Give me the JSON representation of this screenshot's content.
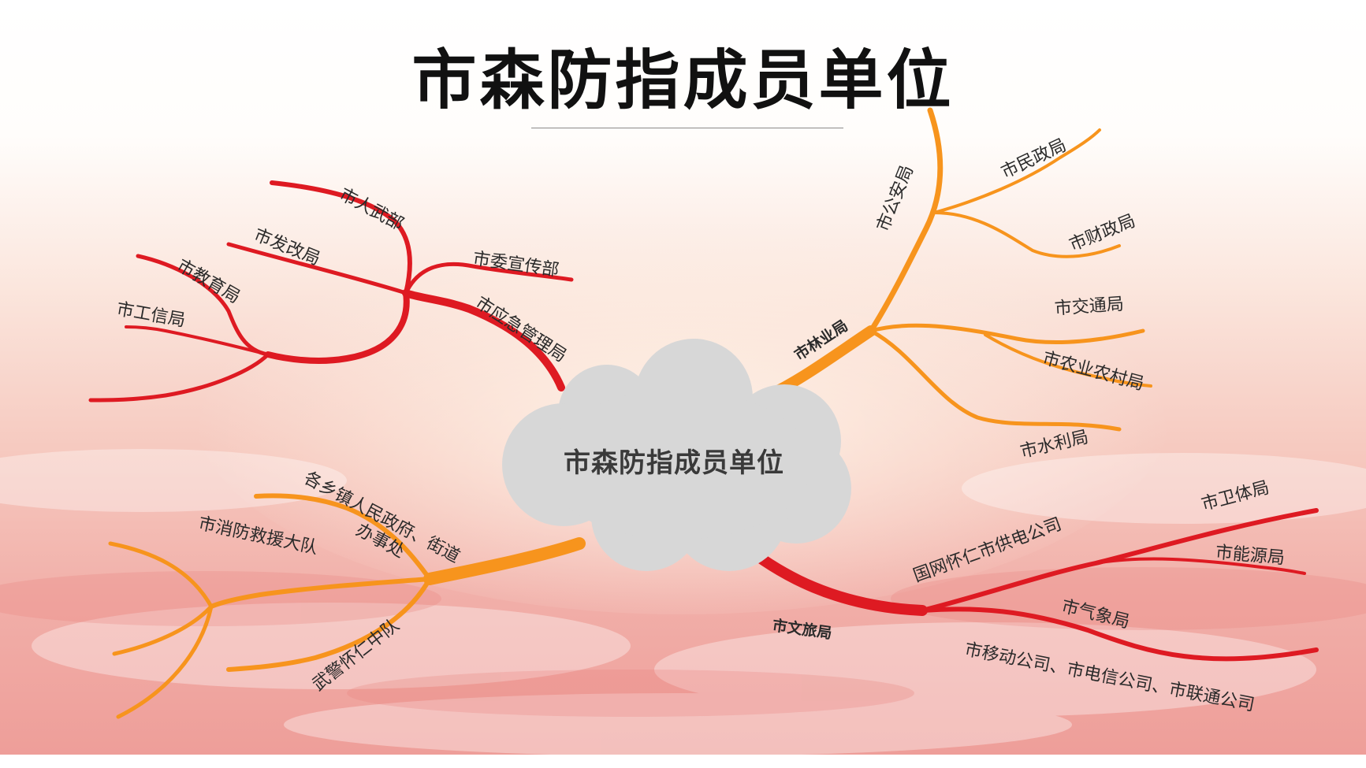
{
  "slide": {
    "title": "市森防指成员单位",
    "center_label": "市森防指成员单位"
  },
  "branches": {
    "top_left": {
      "labels": [
        "市人武部",
        "市发改局",
        "市教育局",
        "市工信局",
        "市委宣传部",
        "市应急管理局"
      ],
      "color": "#de1a22"
    },
    "top_right": {
      "hub": "市林业局",
      "labels": [
        "市公安局",
        "市民政局",
        "市财政局",
        "市交通局",
        "市农业农村局",
        "市水利局"
      ],
      "color": "#f7941d"
    },
    "bottom_left": {
      "labels": [
        "各乡镇人民政府、街道",
        "办事处",
        "市消防救援大队",
        "武警怀仁中队"
      ],
      "color": "#f7941d"
    },
    "bottom_right": {
      "hub": "市文旅局",
      "labels": [
        "国网怀仁市供电公司",
        "市卫体局",
        "市能源局",
        "市气象局",
        "市移动公司、市电信公司、市联通公司"
      ],
      "color": "#de1a22"
    }
  },
  "colors": {
    "red": "#de1a22",
    "orange": "#f7941d",
    "cloud": "#d7d7d7",
    "sky_top": "#ffffff",
    "sky_bottom": "#f2a7a0"
  }
}
